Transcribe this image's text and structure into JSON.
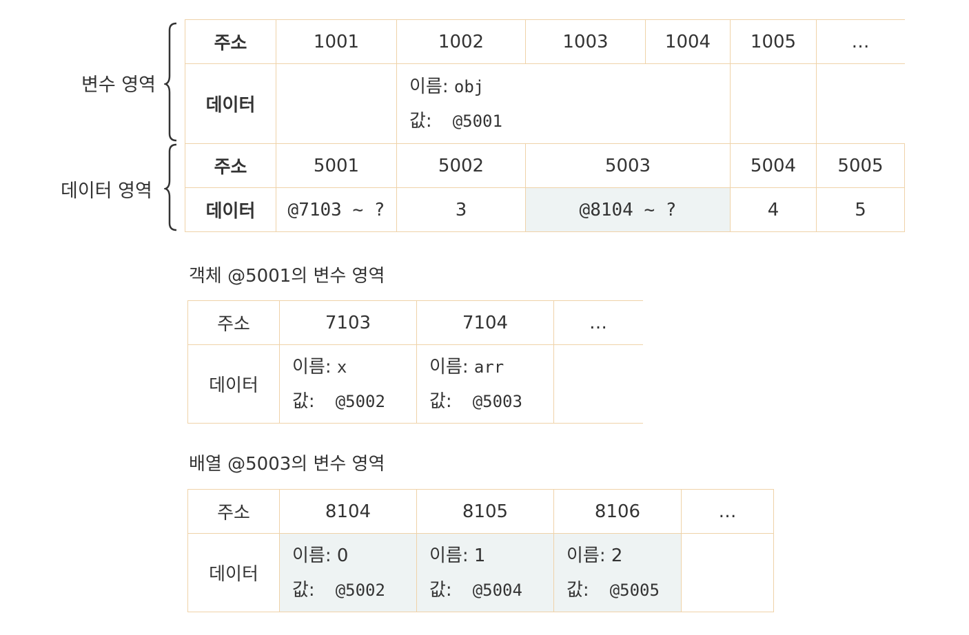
{
  "main": {
    "var_area_label": "변수 영역",
    "data_area_label": "데이터 영역",
    "row_labels": {
      "address": "주소",
      "data": "데이터"
    },
    "var_addresses": [
      "1001",
      "1002",
      "1003",
      "1004",
      "1005",
      "…"
    ],
    "var_obj": {
      "name_label": "이름:",
      "name": "obj",
      "value_label": "값:",
      "value": "@5001"
    },
    "data_addresses": [
      "5001",
      "5002",
      "5003",
      "5004",
      "5005",
      "…"
    ],
    "data_values": [
      "@7103 ~ ?",
      "3",
      "@8104 ~ ?",
      "4",
      "5",
      ""
    ]
  },
  "obj_table": {
    "caption": "객체 @5001의 변수 영역",
    "row_labels": {
      "address": "주소",
      "data": "데이터"
    },
    "addresses": [
      "7103",
      "7104",
      "…"
    ],
    "cells": [
      {
        "name_label": "이름:",
        "name": "x",
        "value_label": "값:",
        "value": "@5002"
      },
      {
        "name_label": "이름:",
        "name": "arr",
        "value_label": "값:",
        "value": "@5003"
      }
    ]
  },
  "arr_table": {
    "caption": "배열 @5003의 변수 영역",
    "row_labels": {
      "address": "주소",
      "data": "데이터"
    },
    "addresses": [
      "8104",
      "8105",
      "8106",
      "…"
    ],
    "cells": [
      {
        "name_label": "이름:",
        "name": "0",
        "value_label": "값:",
        "value": "@5002"
      },
      {
        "name_label": "이름:",
        "name": "1",
        "value_label": "값:",
        "value": "@5004"
      },
      {
        "name_label": "이름:",
        "name": "2",
        "value_label": "값:",
        "value": "@5005"
      }
    ]
  },
  "colors": {
    "border": "#efd2a8",
    "highlight": "#eef3f3",
    "text": "#333333"
  }
}
